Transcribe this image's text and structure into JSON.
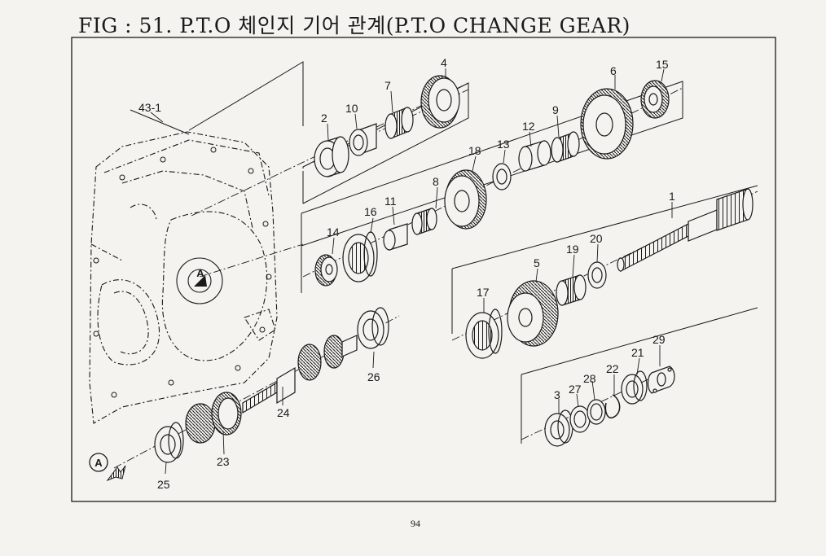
{
  "page": {
    "title": "FIG : 51. P.T.O 체인지 기어 관계(P.T.O CHANGE GEAR)",
    "page_number": "94"
  },
  "callouts": {
    "a": "A",
    "b": "A"
  },
  "labels": {
    "p43_1": "43-1",
    "p1": "1",
    "p2": "2",
    "p3": "3",
    "p4": "4",
    "p5": "5",
    "p6": "6",
    "p7": "7",
    "p8": "8",
    "p9": "9",
    "p10": "10",
    "p11": "11",
    "p12": "12",
    "p13": "13",
    "p14": "14",
    "p15": "15",
    "p16": "16",
    "p17": "17",
    "p18": "18",
    "p19": "19",
    "p20": "20",
    "p21": "21",
    "p22": "22",
    "p23": "23",
    "p24": "24",
    "p25": "25",
    "p26": "26",
    "p27": "27",
    "p28": "28",
    "p29": "29"
  },
  "colors": {
    "ink": "#1a1a1a",
    "paper": "#f4f3ef"
  }
}
